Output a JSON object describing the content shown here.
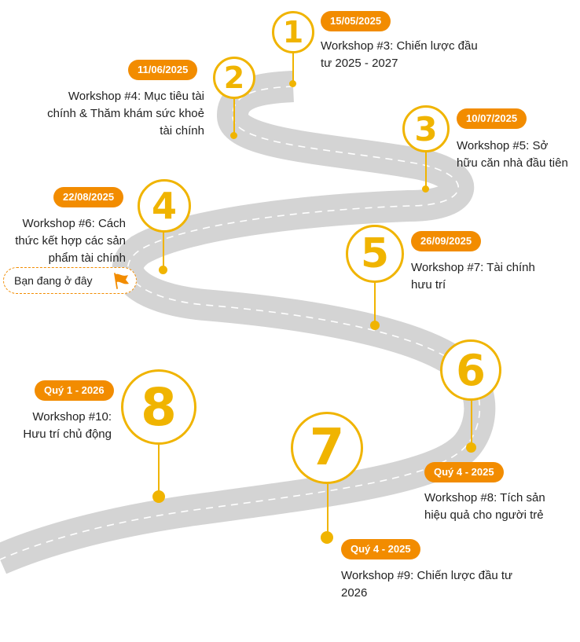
{
  "colors": {
    "accent": "#F28C00",
    "number": "#F0B400",
    "road": "#D4D4D4",
    "road_dash": "#FFFFFF"
  },
  "milestones": [
    {
      "number": "1",
      "date": "15/05/2025",
      "title": "Workshop #3: Chiến lược đầu tư 2025 - 2027"
    },
    {
      "number": "2",
      "date": "11/06/2025",
      "title": "Workshop #4: Mục tiêu tài chính & Thăm khám sức khoẻ tài chính"
    },
    {
      "number": "3",
      "date": "10/07/2025",
      "title": "Workshop #5: Sở hữu căn nhà đầu tiên"
    },
    {
      "number": "4",
      "date": "22/08/2025",
      "title": "Workshop #6: Cách thức kết hợp các sản phẩm tài chính"
    },
    {
      "number": "5",
      "date": "26/09/2025",
      "title": "Workshop #7: Tài chính hưu trí"
    },
    {
      "number": "6",
      "date": "Quý 4 - 2025",
      "title": "Workshop #8: Tích sản hiệu quả cho người trẻ"
    },
    {
      "number": "7",
      "date": "Quý 4 - 2025",
      "title": "Workshop #9: Chiến lược đầu tư 2026"
    },
    {
      "number": "8",
      "date": "Quý 1 - 2026",
      "title": "Workshop #10: Hưu trí chủ động"
    }
  ],
  "you_are_here": {
    "label": "Bạn đang ở đây",
    "icon": "flag-icon"
  }
}
